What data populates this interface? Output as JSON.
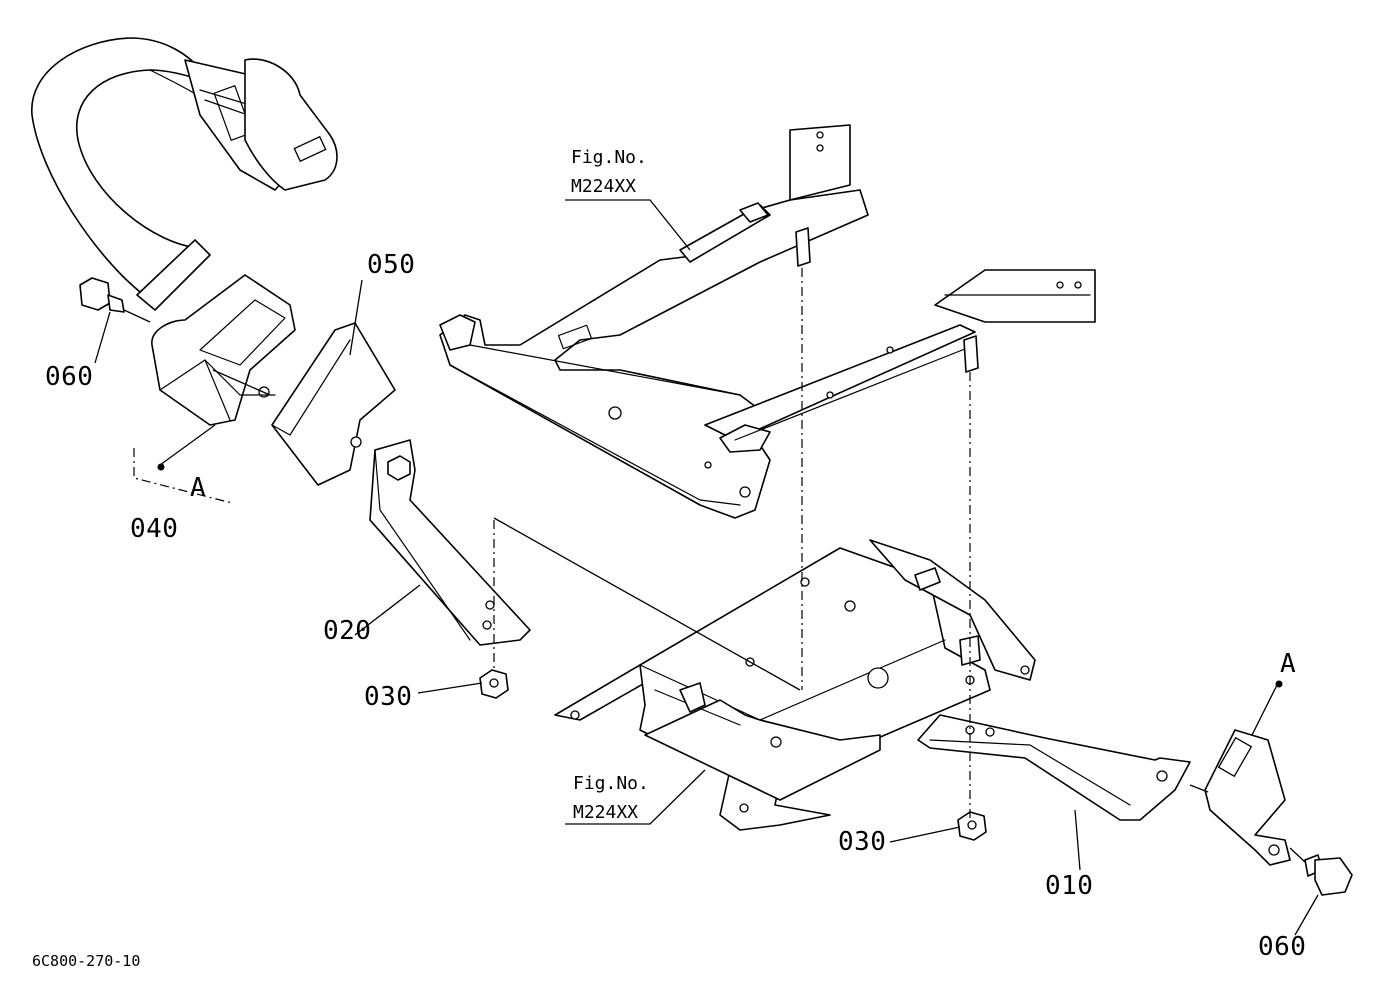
{
  "diagram": {
    "labels": {
      "p010": "010",
      "p020": "020",
      "p030a": "030",
      "p030b": "030",
      "p040": "040",
      "p050": "050",
      "p060a": "060",
      "p060b": "060",
      "ref_a_left": "A",
      "ref_a_right": "A"
    },
    "fig_refs": [
      {
        "line1": "Fig.No.",
        "line2": "M224XX"
      },
      {
        "line1": "Fig.No.",
        "line2": "M224XX"
      }
    ],
    "drawing_code": "6C800-270-10"
  }
}
